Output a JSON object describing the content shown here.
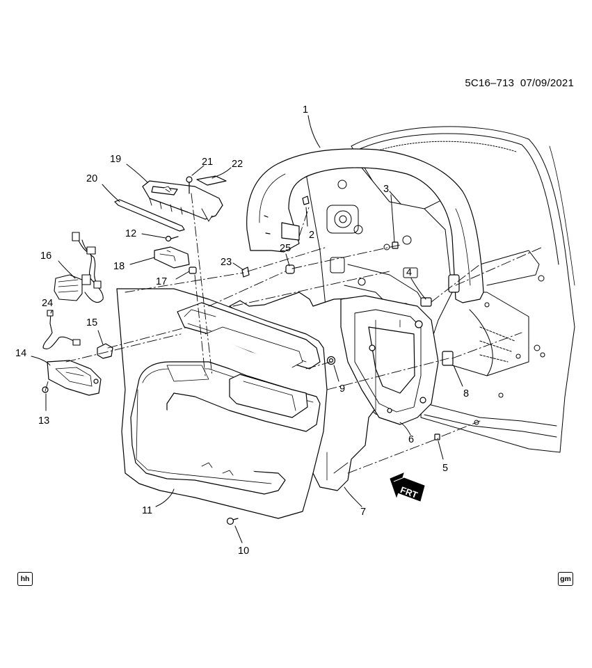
{
  "header": {
    "ref_code": "5C16–713",
    "date": "07/09/2021"
  },
  "badges": {
    "left": "hh",
    "right": "gm",
    "left_icon": "hh-badge-icon",
    "right_icon": "gm-logo-icon"
  },
  "direction_arrow": {
    "label": "FRT",
    "icon": "front-direction-arrow-icon"
  },
  "callouts": [
    {
      "num": "1"
    },
    {
      "num": "2"
    },
    {
      "num": "3"
    },
    {
      "num": "4"
    },
    {
      "num": "5"
    },
    {
      "num": "6"
    },
    {
      "num": "7"
    },
    {
      "num": "8"
    },
    {
      "num": "9"
    },
    {
      "num": "10"
    },
    {
      "num": "11"
    },
    {
      "num": "12"
    },
    {
      "num": "13"
    },
    {
      "num": "14"
    },
    {
      "num": "15"
    },
    {
      "num": "16"
    },
    {
      "num": "17"
    },
    {
      "num": "18"
    },
    {
      "num": "19"
    },
    {
      "num": "20"
    },
    {
      "num": "21"
    },
    {
      "num": "22"
    },
    {
      "num": "23"
    },
    {
      "num": "24"
    },
    {
      "num": "25"
    }
  ],
  "colors": {
    "line": "#000000",
    "background": "#ffffff",
    "fill_light": "#f4f4f4"
  }
}
